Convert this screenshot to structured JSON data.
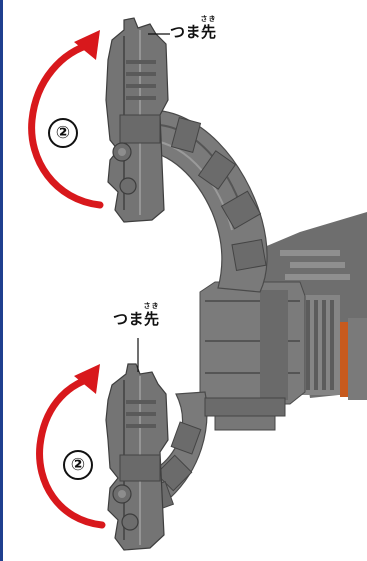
{
  "colors": {
    "left_rule": "#1f3f8f",
    "arrow": "#d8181c",
    "part_dark": "#5e5e5e",
    "part_mid": "#7c7c7c",
    "part_light": "#a6a6a6",
    "accent": "#c75a1e"
  },
  "callouts": {
    "top": {
      "ruby": "さき",
      "label": "つま先"
    },
    "bottom": {
      "ruby": "さき",
      "label": "つま先"
    }
  },
  "steps": {
    "top": "②",
    "bottom": "②"
  },
  "icons": {
    "rotation_arrow": "curved-red-arrow-icon",
    "part": "robot-foot-part-illustration"
  }
}
